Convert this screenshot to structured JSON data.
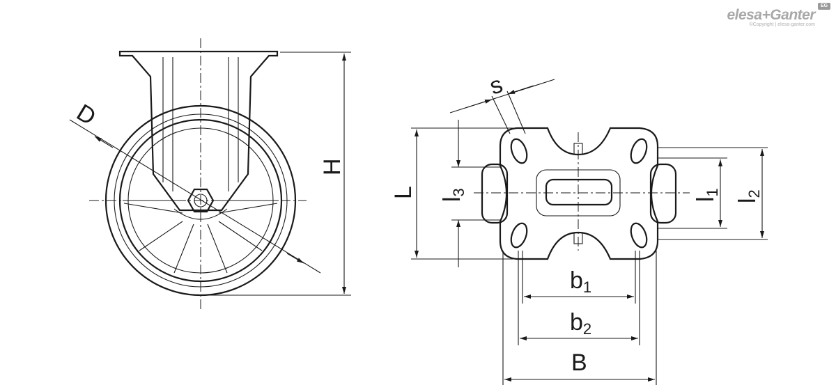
{
  "brand": {
    "name": "elesa+Ganter",
    "badge": "EG",
    "copyright": "©Copyright | elesa-ganter.com"
  },
  "labels": {
    "D": "D",
    "H": "H",
    "s": "s",
    "L": "L",
    "l3": "l3",
    "l1": "l1",
    "l2": "l2",
    "b1": "b1",
    "b2": "b2",
    "B": "B"
  },
  "colors": {
    "ink": "#1a1a1a",
    "brand_gray": "#a8a8a8"
  }
}
